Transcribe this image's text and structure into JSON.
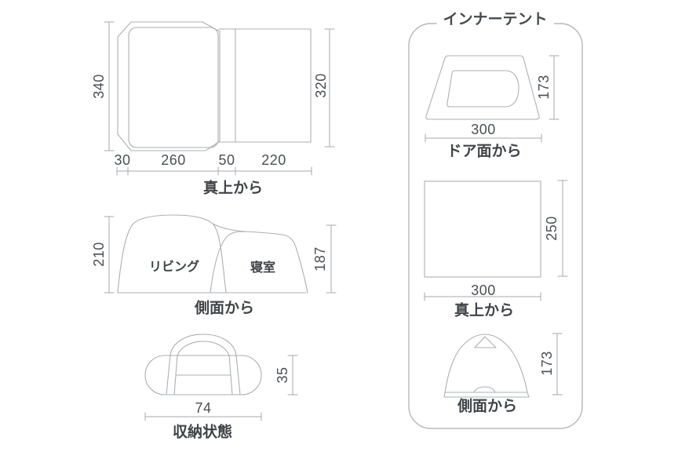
{
  "colors": {
    "background": "#ffffff",
    "outline_gray": "#abafb4",
    "dimension_gray": "#a6aaaf",
    "text_gray": "#4b4f54",
    "caption_dark": "#3f4347"
  },
  "main_views": {
    "top": {
      "caption": "真上から",
      "height_left": "340",
      "height_right": "320",
      "widths": [
        "30",
        "260",
        "50",
        "220"
      ]
    },
    "side": {
      "caption": "側面から",
      "height_left": "210",
      "height_right": "187",
      "rooms": {
        "living": "リビング",
        "bedroom": "寝室"
      }
    },
    "storage": {
      "caption": "収納状態",
      "width": "74",
      "height": "35"
    }
  },
  "inner_tent": {
    "title": "インナーテント",
    "door": {
      "caption": "ドア面から",
      "height": "173",
      "width": "300"
    },
    "top": {
      "caption": "真上から",
      "depth": "250",
      "width": "300"
    },
    "side": {
      "caption": "側面から",
      "height": "173"
    }
  }
}
